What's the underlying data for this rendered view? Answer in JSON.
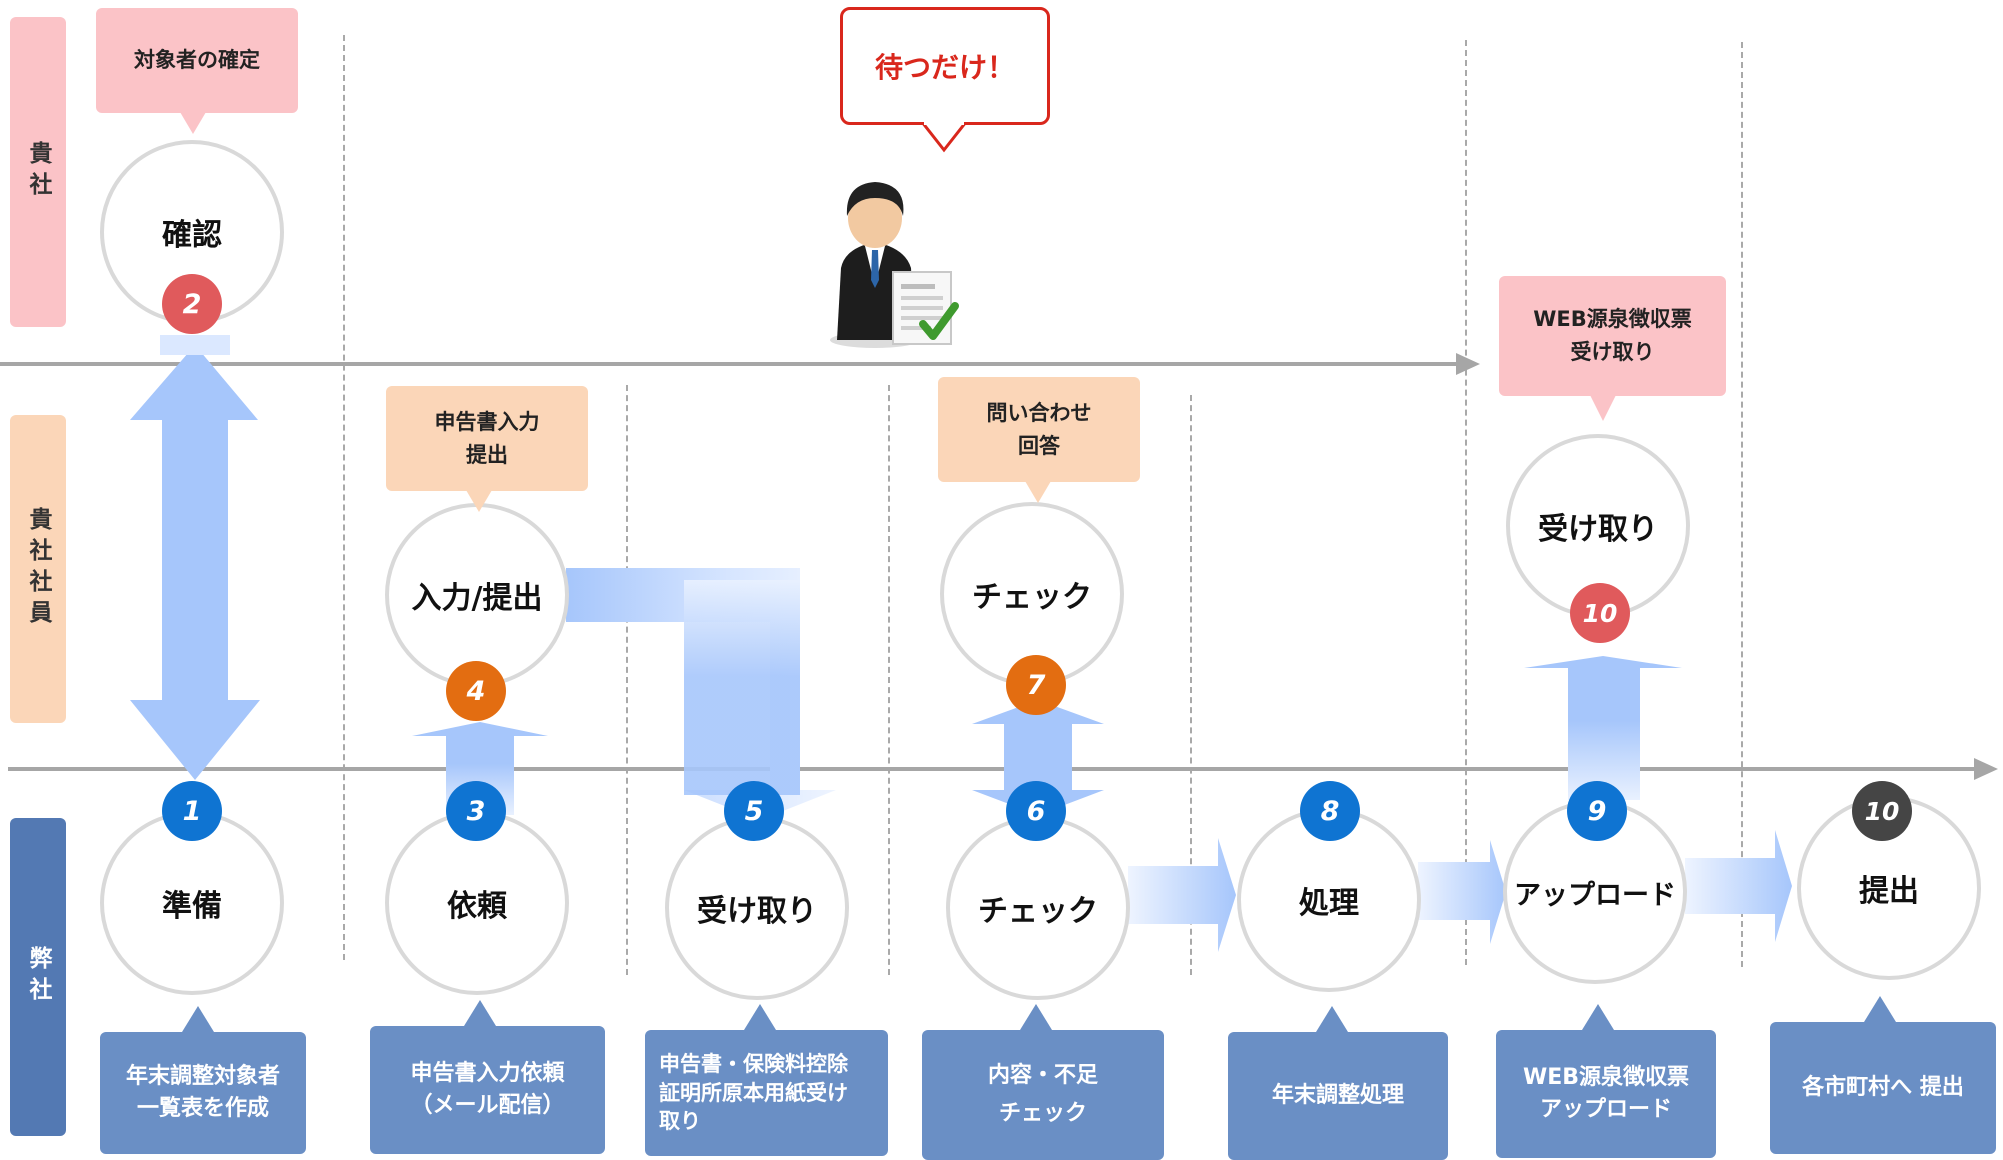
{
  "lanes": {
    "client": "貴社",
    "employee": "貴社社員",
    "our_company": "弊社"
  },
  "speech_bubble": "待つだけ！",
  "steps": [
    {
      "badge": "1",
      "label": "準備",
      "note": "年末調整対象者\n一覧表を作成"
    },
    {
      "badge": "2",
      "label": "確認",
      "note": "対象者の確定"
    },
    {
      "badge": "3",
      "label": "依頼",
      "note": "申告書入力依頼\n（メール配信）"
    },
    {
      "badge": "4",
      "label": "入力/提出",
      "note": "申告書入力\n提出"
    },
    {
      "badge": "5",
      "label": "受け取り",
      "note": "申告書・保険料控除\n証明所原本用紙受け\n取り"
    },
    {
      "badge": "6",
      "label": "チェック",
      "note": "内容・不足\nチェック"
    },
    {
      "badge": "7",
      "label": "チェック",
      "note": "問い合わせ\n回答"
    },
    {
      "badge": "8",
      "label": "処理",
      "note": "年末調整処理"
    },
    {
      "badge": "9",
      "label": "アップロード",
      "note": "WEB源泉徴収票\nアップロード"
    },
    {
      "badge": "10",
      "label": "受け取り",
      "note": "WEB源泉徴収票\n受け取り"
    },
    {
      "badge": "10",
      "label": "提出",
      "note": "各市町村へ 提出"
    }
  ],
  "colors": {
    "badge_blue": "#0f74d2",
    "badge_red": "#e05a5c",
    "badge_orange": "#e36d11",
    "badge_dark": "#454545",
    "flow_arrow": "#a6c6fb",
    "speech_red": "#d9271c"
  },
  "icons": [
    "businessman-document-check-icon"
  ]
}
